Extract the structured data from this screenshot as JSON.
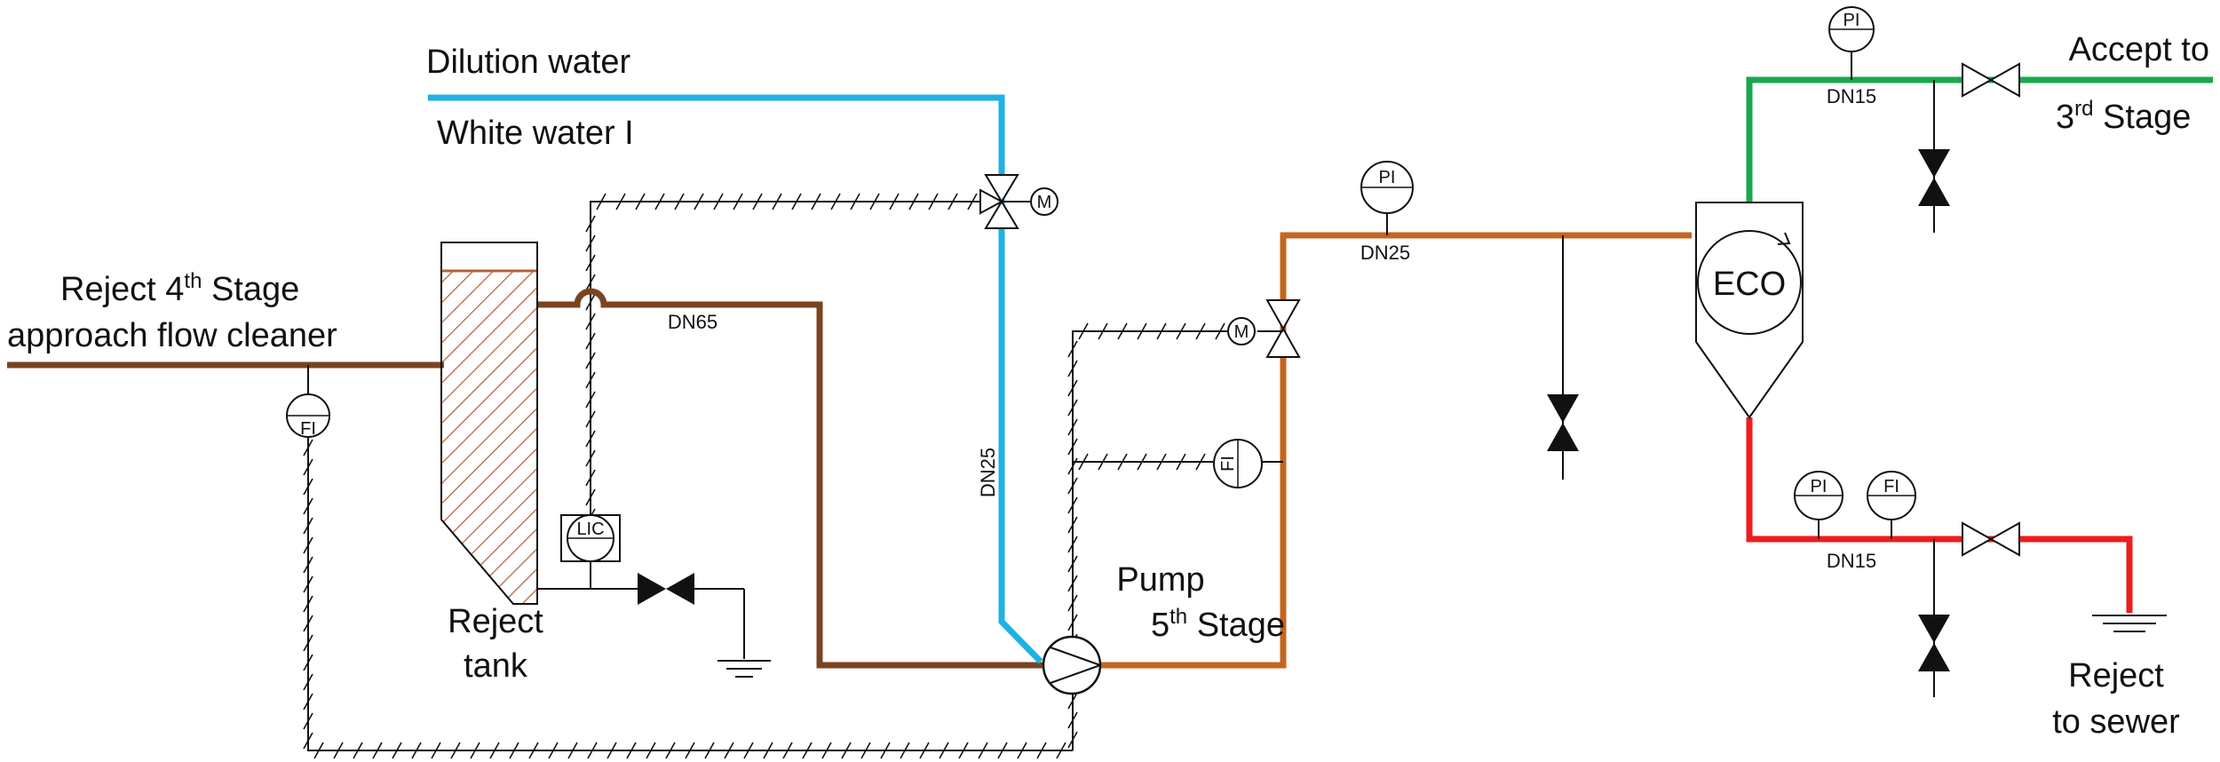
{
  "labels": {
    "dilution_water": "Dilution water",
    "white_water": "White water I",
    "reject_4_line1_pre": "Reject 4",
    "reject_4_line1_sup": "th",
    "reject_4_line1_post": " Stage",
    "reject_4_line2": "approach flow cleaner",
    "reject_tank_line1": "Reject",
    "reject_tank_line2": "tank",
    "pump_line1": "Pump",
    "pump_line2_pre": "5",
    "pump_line2_sup": "th",
    "pump_line2_post": " Stage",
    "accept_line1": "Accept to",
    "accept_line2_pre": "3",
    "accept_line2_sup": "rd",
    "accept_line2_post": " Stage",
    "reject_sewer_line1": "Reject",
    "reject_sewer_line2": "to sewer"
  },
  "pipe_sizes": {
    "dn65": "DN65",
    "dn25_vertical": "DN25",
    "dn25_pump": "DN25",
    "dn15_accept": "DN15",
    "dn15_reject": "DN15"
  },
  "instruments": {
    "fi_reject": "FI",
    "lic": "LIC",
    "fi_pump": "FI",
    "pi_pump": "PI",
    "pi_accept": "PI",
    "pi_reject": "PI",
    "fi_reject_sewer": "FI",
    "motor_dilution": "M",
    "motor_pump": "M",
    "eco": "ECO"
  },
  "colors": {
    "reject_brown": "#7a4420",
    "dilution_blue": "#1fb1e6",
    "pump_orange": "#c4661f",
    "accept_green": "#1aa84d",
    "reject_red": "#ee1c1c",
    "line_black": "#111111",
    "tank_hatch": "#b5603a"
  }
}
